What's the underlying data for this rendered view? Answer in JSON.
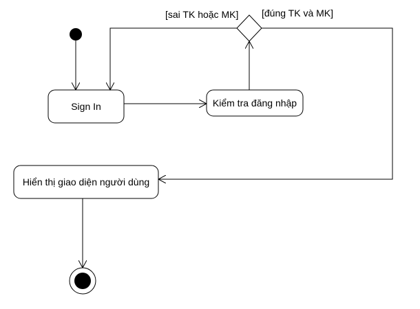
{
  "diagram": {
    "type": "uml-activity",
    "nodes": {
      "start": {
        "kind": "initial"
      },
      "sign_in": {
        "kind": "action",
        "label": "Sign In"
      },
      "check_login": {
        "kind": "action",
        "label": "Kiểm tra đăng nhập"
      },
      "decision": {
        "kind": "decision"
      },
      "show_ui": {
        "kind": "action",
        "label": "Hiển thị giao diện người dùng"
      },
      "end": {
        "kind": "final"
      }
    },
    "guards": {
      "wrong": "[sai TK hoặc MK]",
      "right": "[đúng TK và MK]"
    },
    "edges": [
      {
        "from": "start",
        "to": "sign_in"
      },
      {
        "from": "sign_in",
        "to": "check_login"
      },
      {
        "from": "check_login",
        "to": "decision"
      },
      {
        "from": "decision",
        "to": "sign_in",
        "guard": "wrong"
      },
      {
        "from": "decision",
        "to": "show_ui",
        "guard": "right"
      },
      {
        "from": "show_ui",
        "to": "end"
      }
    ],
    "colors": {
      "stroke": "#000000",
      "fill": "#ffffff",
      "dot": "#000000"
    }
  }
}
